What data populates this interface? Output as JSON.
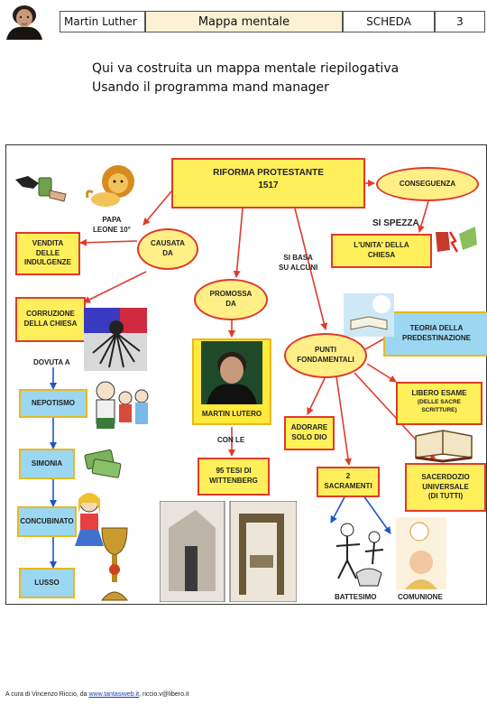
{
  "header": {
    "author": "Martin Luther",
    "title": "Mappa mentale",
    "type": "SCHEDA",
    "page_number": "3"
  },
  "intro": {
    "line1": "Qui va costruita un mappa mentale riepilogativa",
    "line2": "Usando il programma mand manager"
  },
  "map": {
    "main": "RIFORMA      PROTESTANTE\n1517",
    "papa": "PAPA\nLEONE  10°",
    "vendita": "VENDITA\nDELLE\nINDULGENZE",
    "causata": "CAUSATA\nDA",
    "conseguenza": "CONSEGUENZA",
    "si_spezza": "SI   SPEZZA",
    "unita": "L'UNITA'   DELLA\nCHIESA",
    "si_basa": "SI     BASA\nSU    ALCUNI",
    "promossa": "PROMOSSA\nDA",
    "corruzione": "CORRUZIONE\nDELLA   CHIESA",
    "dovuta": "DOVUTA   A",
    "nepotismo": "NEPOTISMO",
    "simonia": "SIMONIA",
    "concubinato": "CONCUBINATO",
    "lusso": "LUSSO",
    "martin": "MARTIN     LUTERO",
    "con_le": "CON   LE",
    "tesi": "95  TESI  DI\nWITTENBERG",
    "punti": "PUNTI\nFONDAMENTALI",
    "teoria": "TEORIA     DELLA\nPREDESTINAZIONE",
    "libero": "LIBERO     ESAME",
    "libero_sub": "(DELLE      SACRE\nSCRITTURE)",
    "adorare": "ADORARE\nSOLO  DIO",
    "sacramenti": "2\nSACRAMENTI",
    "sacerdozio": "SACERDOZIO\nUNIVERSALE\n(DI   TUTTI)",
    "battesimo": "BATTESIMO",
    "comunione": "COMUNIONE"
  },
  "footer": {
    "prefix": "A cura di Vincenzo Riccio, da ",
    "link": "www.tantasiweb.it",
    "suffix": ", riccio.v@libero.it"
  },
  "colors": {
    "node_border": "#e03a2a",
    "node_fill": "#ffef5a",
    "blue_node_fill": "#9cd7f2",
    "red_arrow": "#e03a2a",
    "blue_arrow": "#1f55c8"
  }
}
